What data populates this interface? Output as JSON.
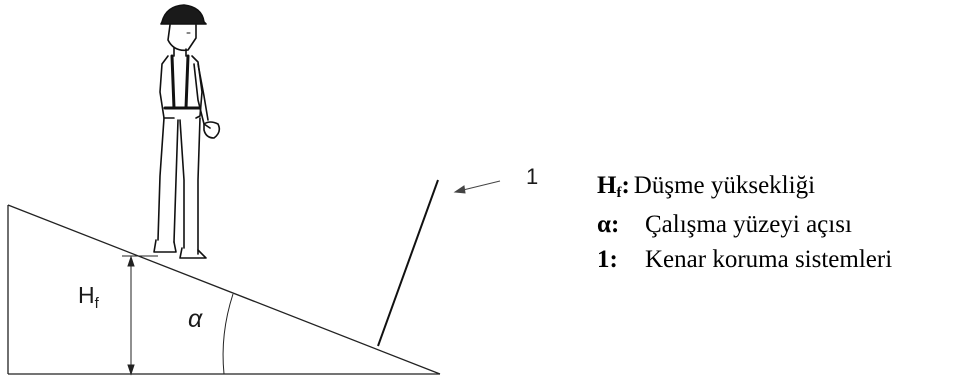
{
  "diagram": {
    "callout_label": "1",
    "height_label_main": "H",
    "height_label_sub": "f",
    "angle_label": "α"
  },
  "legend": [
    {
      "key_main": "H",
      "key_sub": "f",
      "key_suffix": ":",
      "text": "Düşme yüksekliği"
    },
    {
      "key_main": "α:",
      "key_sub": "",
      "key_suffix": "",
      "text": "Çalışma yüzeyi açısı"
    },
    {
      "key_main": "1:",
      "key_sub": "",
      "key_suffix": "",
      "text": "Kenar koruma sistemleri"
    }
  ]
}
